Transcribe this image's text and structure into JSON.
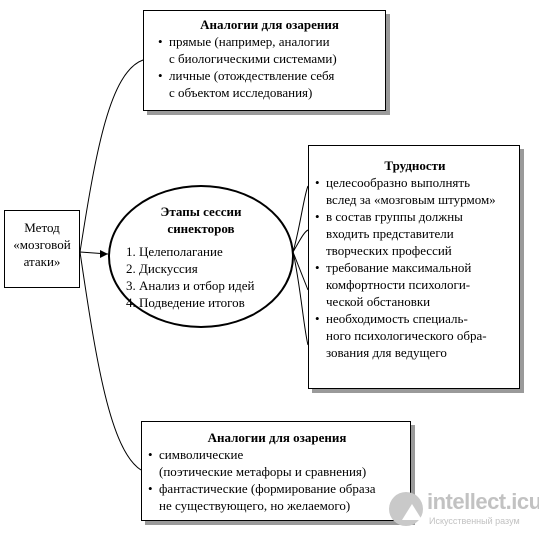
{
  "method": {
    "lines": [
      "Метод",
      "«мозговой",
      "атаки»"
    ]
  },
  "analogies_top": {
    "title": "Аналогии для озарения",
    "items": [
      [
        "прямые (например, аналогии",
        "с биологическими системами)"
      ],
      [
        "личные (отождествление себя",
        "с объектом исследования)"
      ]
    ]
  },
  "sessions": {
    "title_lines": [
      "Этапы сессии",
      "синекторов"
    ],
    "steps": [
      "1. Целеполагание",
      "2. Дискуссия",
      "3. Анализ и отбор идей",
      "4. Подведение итогов"
    ]
  },
  "difficulties": {
    "title": "Трудности",
    "items": [
      [
        "целесообразно выполнять",
        "вслед за «мозговым штурмом»"
      ],
      [
        "в состав группы должны",
        "входить представители",
        "творческих профессий"
      ],
      [
        "требование максимальной",
        "комфортности психологи-",
        "ческой обстановки"
      ],
      [
        "необходимость специаль-",
        "ного психологического обра-",
        "зования для ведущего"
      ]
    ]
  },
  "analogies_bottom": {
    "title": "Аналогии для озарения",
    "items": [
      [
        "символические",
        "(поэтические метафоры и сравнения)"
      ],
      [
        "фантастические (формирование образа",
        "не существующего, но желаемого)"
      ]
    ]
  },
  "watermark": {
    "name": "intellect.icu",
    "subtitle": "Искусственный разум"
  }
}
